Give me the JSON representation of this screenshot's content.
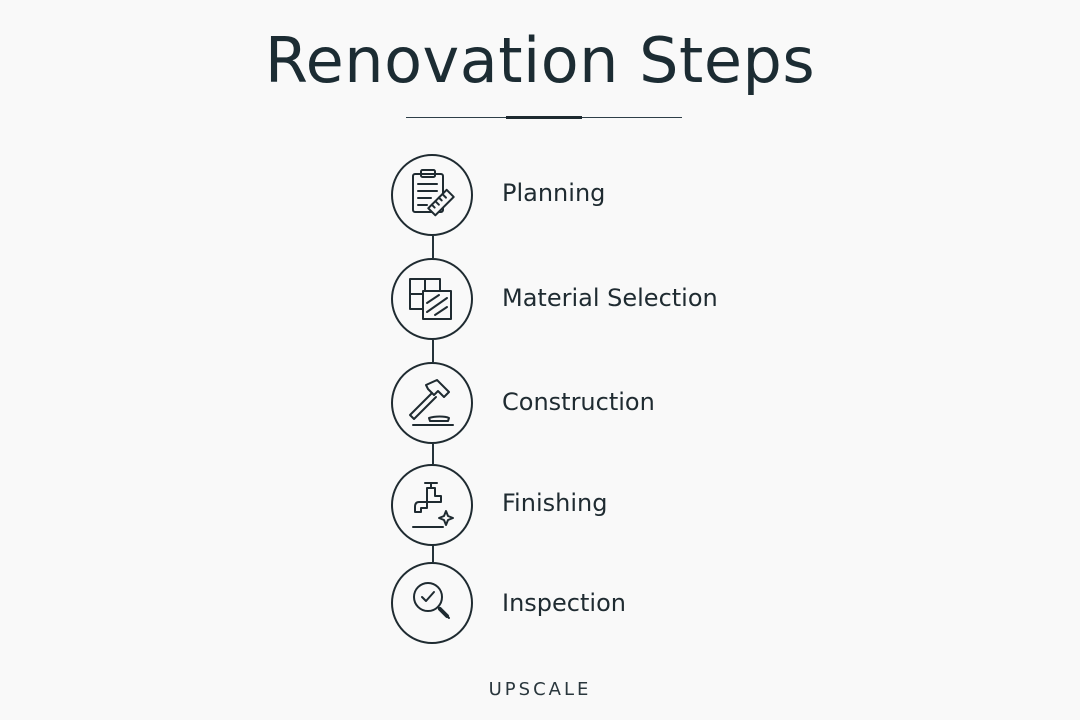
{
  "title": "Renovation Steps",
  "steps": [
    {
      "label": "Planning",
      "icon": "clipboard-ruler-icon"
    },
    {
      "label": "Material Selection",
      "icon": "tile-samples-icon"
    },
    {
      "label": "Construction",
      "icon": "hammer-icon"
    },
    {
      "label": "Finishing",
      "icon": "faucet-sparkle-icon"
    },
    {
      "label": "Inspection",
      "icon": "magnifier-check-icon"
    }
  ],
  "brand": "UPSCALE",
  "colors": {
    "background": "#f9f9f9",
    "ink": "#1f2b31"
  }
}
